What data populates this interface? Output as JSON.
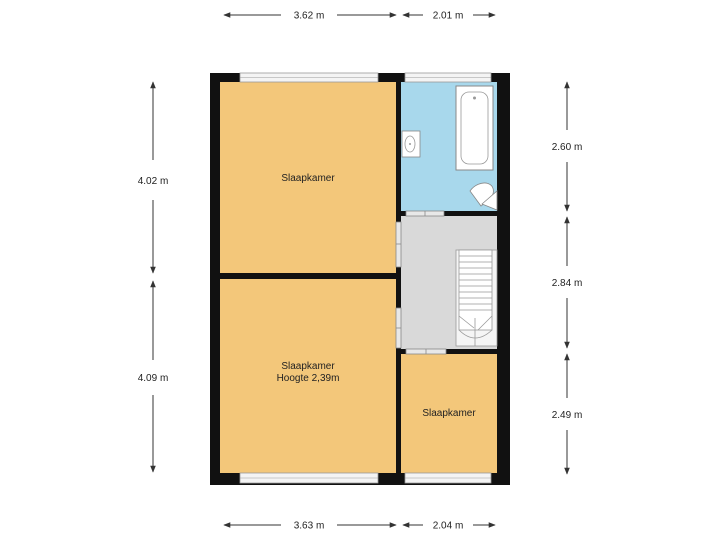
{
  "dimensions": {
    "top_left": "3.62 m",
    "top_right": "2.01 m",
    "bottom_left": "3.63 m",
    "bottom_right": "2.04 m",
    "left_upper": "4.02 m",
    "left_lower": "4.09 m",
    "right_upper": "2.60 m",
    "right_middle": "2.84 m",
    "right_lower": "2.49 m"
  },
  "rooms": {
    "bedroom_upper": {
      "name": "Slaapkamer"
    },
    "bedroom_lower": {
      "name": "Slaapkamer",
      "height_note": "Hoogte 2,39m"
    },
    "bedroom_small": {
      "name": "Slaapkamer"
    }
  },
  "colors": {
    "bedroom_fill": "#f3c77a",
    "bathroom_fill": "#a8d8ec",
    "landing_fill": "#d9d9d9",
    "wall": "#111111",
    "dimension_line": "#333333"
  }
}
